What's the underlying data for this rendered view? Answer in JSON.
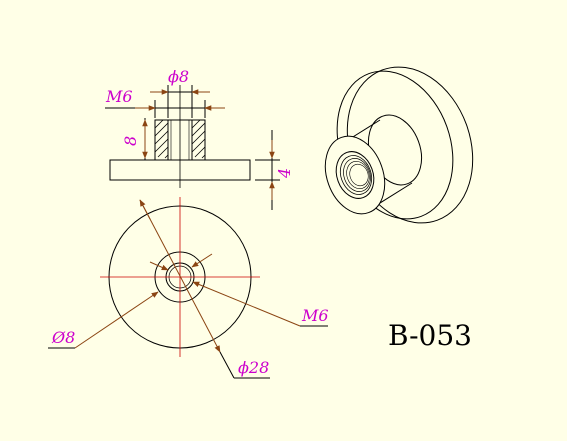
{
  "drawing": {
    "part_number": "B-053",
    "colors": {
      "background": "#ffffe7",
      "outline": "#000000",
      "dimension_text": "#cc00cc",
      "center_lines": "#cc0000",
      "leader_lines": "#8b4513"
    },
    "front_view": {
      "thread_label": "M6",
      "outer_diameter_label": "ϕ8",
      "height_label": "8",
      "flange_thickness_label": "4"
    },
    "top_view": {
      "outer_diameter_label": "Ø8",
      "flange_diameter_label": "ϕ28",
      "thread_label": "M6"
    }
  }
}
